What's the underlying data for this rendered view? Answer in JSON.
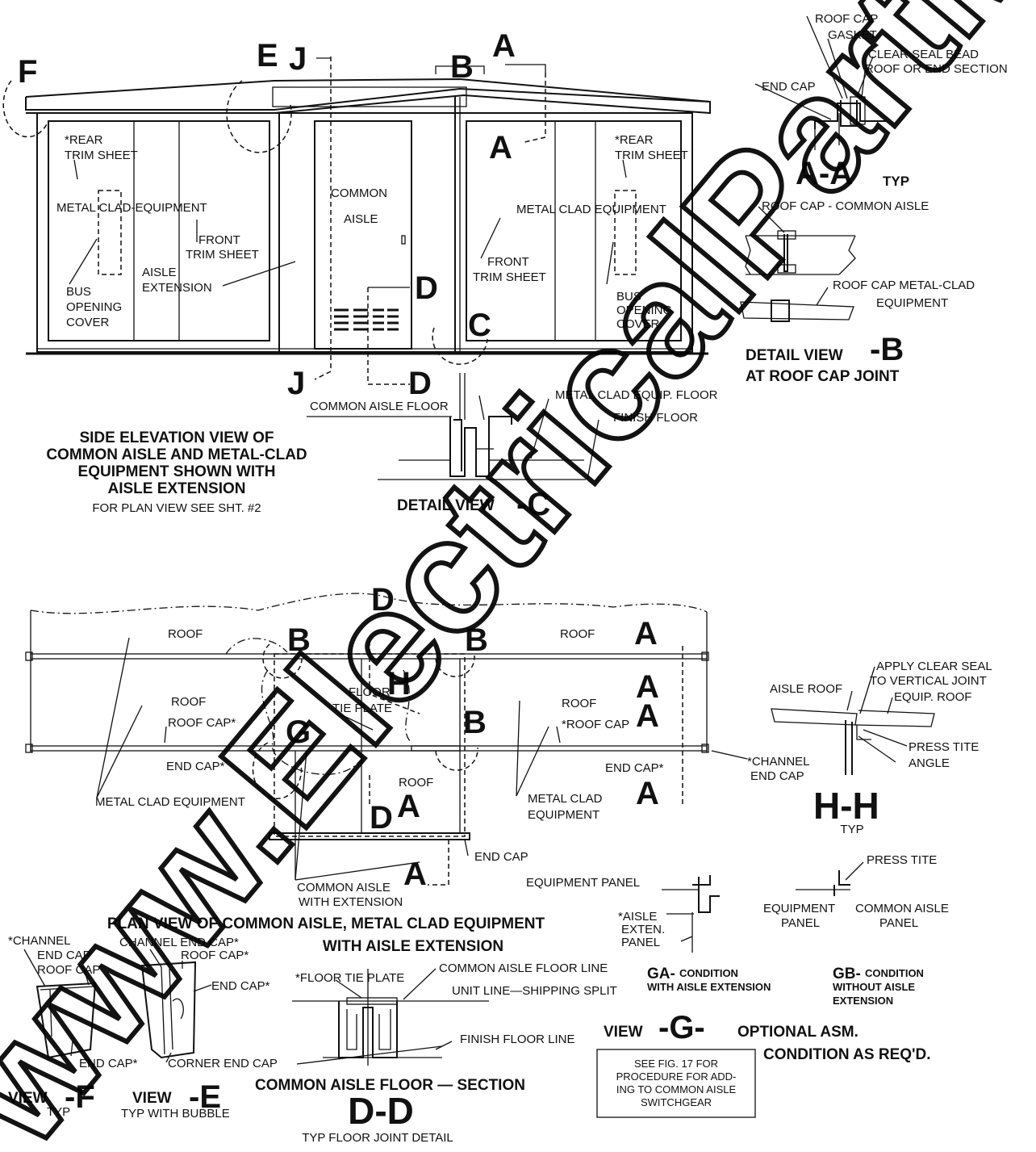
{
  "watermark": "www.ElectricalPartManuals.com",
  "side_elevation": {
    "title_lines": [
      "SIDE ELEVATION VIEW OF",
      "COMMON AISLE AND METAL-CLAD",
      "EQUIPMENT SHOWN WITH",
      "AISLE EXTENSION"
    ],
    "subtitle": "FOR PLAN VIEW SEE SHT. #2",
    "labels": {
      "rear_trim_left_1": "*REAR",
      "rear_trim_left_2": "TRIM SHEET",
      "metal_clad_left": "METAL CLAD-EQUIPMENT",
      "front_trim_left_1": "FRONT",
      "front_trim_left_2": "TRIM SHEET",
      "aisle_ext_1": "AISLE",
      "aisle_ext_2": "EXTENSION",
      "bus_left_1": "BUS",
      "bus_left_2": "OPENING",
      "bus_left_3": "COVER",
      "common_1": "COMMON",
      "common_2": "AISLE",
      "rear_trim_right_1": "*REAR",
      "rear_trim_right_2": "TRIM SHEET",
      "metal_clad_right": "METAL CLAD EQUIPMENT",
      "front_trim_right_1": "FRONT",
      "front_trim_right_2": "TRIM SHEET",
      "bus_right_1": "BUS",
      "bus_right_2": "OPENING",
      "bus_right_3": "COVER"
    },
    "letters": {
      "F": "F",
      "E": "E",
      "J": "J",
      "B": "B",
      "A": "A",
      "D": "D",
      "C": "C"
    }
  },
  "detail_c": {
    "title": "DETAIL VIEW",
    "letter": "-C",
    "labels": {
      "common_floor": "COMMON AISLE FLOOR",
      "mc_floor": "METAL CLAD EQUIP. FLOOR",
      "finish_floor": "FINISH FLOOR"
    }
  },
  "detail_aa": {
    "title": "A-A",
    "typ": "TYP",
    "labels": {
      "roof_cap": "ROOF CAP",
      "gasket": "GASKET",
      "clear_seal": "CLEAR SEAL BEAD",
      "roof_end": "ROOF OR END SECTION",
      "end_cap": "END CAP"
    }
  },
  "detail_b": {
    "title_1": "DETAIL VIEW",
    "letter": "-B",
    "title_2": "AT ROOF CAP JOINT",
    "labels": {
      "roof_cap_common": "ROOF CAP - COMMON AISLE",
      "roof_cap_mc_1": "ROOF CAP METAL-CLAD",
      "roof_cap_mc_2": "EQUIPMENT"
    }
  },
  "plan_view": {
    "title_1": "PLAN VIEW OF COMMON AISLE, METAL CLAD EQUIPMENT",
    "title_2": "WITH AISLE EXTENSION",
    "labels": {
      "roof_1": "ROOF",
      "roof_2": "ROOF",
      "roof_3": "ROOF",
      "roof_4": "ROOF",
      "roof_5": "ROOF",
      "floor_tie_1": "FLOOR",
      "floor_tie_2": "TIE PLATE",
      "roof_cap_left": "ROOF CAP*",
      "roof_cap_right": "*ROOF CAP",
      "end_cap_left": "END CAP*",
      "end_cap_right": "END CAP*",
      "channel_end_1": "*CHANNEL",
      "channel_end_2": "END CAP",
      "mc_equip_left": "METAL CLAD EQUIPMENT",
      "mc_equip_right_1": "METAL CLAD",
      "mc_equip_right_2": "EQUIPMENT",
      "end_cap_bottom": "END CAP",
      "common_ext_1": "COMMON AISLE",
      "common_ext_2": "WITH EXTENSION"
    }
  },
  "detail_hh": {
    "title": "H-H",
    "typ": "TYP",
    "labels": {
      "clear_seal_1": "APPLY CLEAR SEAL",
      "clear_seal_2": "TO VERTICAL JOINT",
      "aisle_roof": "AISLE ROOF",
      "equip_roof": "EQUIP. ROOF",
      "press_tite": "PRESS TITE",
      "angle": "ANGLE"
    }
  },
  "view_g": {
    "ga_code": "GA-",
    "ga_text_1": "CONDITION",
    "ga_text_2": "WITH AISLE EXTENSION",
    "gb_code": "GB-",
    "gb_text_1": "CONDITION",
    "gb_text_2": "WITHOUT AISLE",
    "gb_text_3": "EXTENSION",
    "view_word": "VIEW",
    "letter": "-G-",
    "caption_1": "OPTIONAL ASM.",
    "caption_2": "CONDITION AS REQ'D.",
    "labels": {
      "equipment_panel": "EQUIPMENT PANEL",
      "aisle_ext_1": "*AISLE",
      "aisle_ext_2": "EXTEN.",
      "aisle_ext_3": "PANEL",
      "press_tite": "PRESS TITE",
      "equip_panel_1": "EQUIPMENT",
      "equip_panel_2": "PANEL",
      "common_panel_1": "COMMON AISLE",
      "common_panel_2": "PANEL"
    },
    "note": [
      "SEE FIG. 17 FOR",
      "PROCEDURE FOR ADD-",
      "ING TO COMMON AISLE",
      "SWITCHGEAR"
    ]
  },
  "view_f": {
    "view_word": "VIEW",
    "letter": "-F",
    "typ": "TYP",
    "labels": {
      "channel_1": "*CHANNEL",
      "channel_2": "END CAP",
      "roof_cap": "ROOF CAP",
      "end_cap": "END CAP*"
    }
  },
  "view_e": {
    "view_word": "VIEW",
    "letter": "-E",
    "typ": "TYP WITH BUBBLE",
    "labels": {
      "channel_end_cap": "CHANNEL END CAP*",
      "roof_cap": "ROOF CAP*",
      "end_cap": "END CAP*",
      "corner_end_cap": "CORNER END CAP"
    }
  },
  "section_dd": {
    "title": "COMMON AISLE FLOOR — SECTION",
    "letters": "D-D",
    "subtitle": "TYP FLOOR JOINT DETAIL",
    "labels": {
      "floor_tie": "*FLOOR TIE PLATE",
      "common_floor_line": "COMMON AISLE FLOOR LINE",
      "unit_line": "UNIT LINE—SHIPPING SPLIT",
      "finish_floor_line": "FINISH FLOOR LINE"
    }
  }
}
